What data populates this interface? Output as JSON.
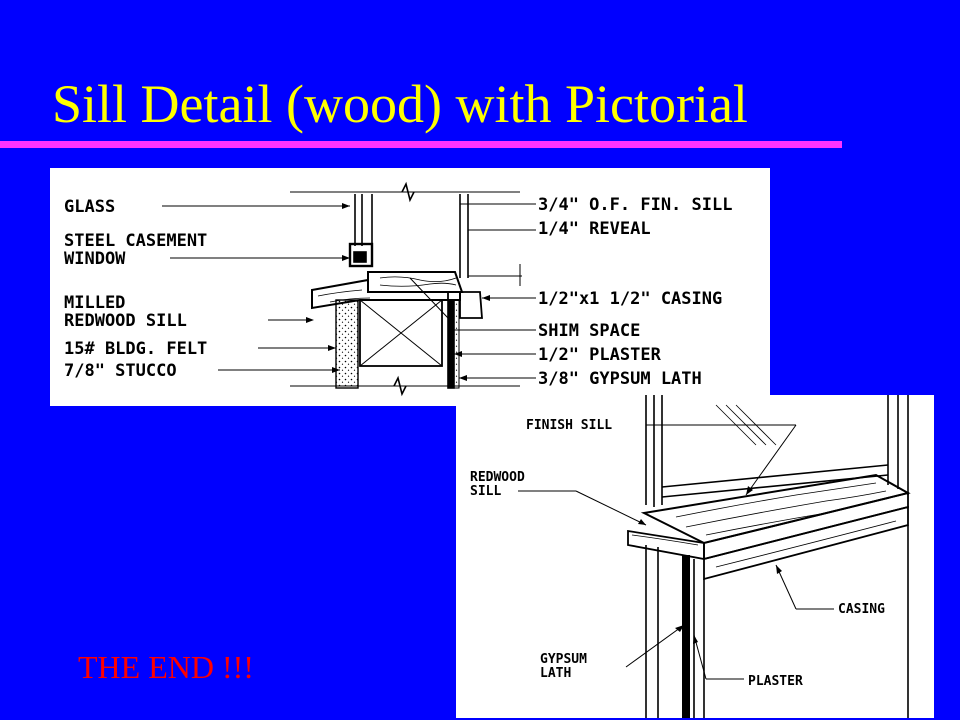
{
  "slide": {
    "title": "Sill Detail (wood) with Pictorial",
    "footer_text": "THE END !!!",
    "colors": {
      "background": "#0000ff",
      "title": "#ffff00",
      "rule": "#ff33ff",
      "footer": "#ff0000"
    }
  },
  "section_detail": {
    "left_labels": [
      "GLASS",
      "STEEL CASEMENT",
      "WINDOW",
      "MILLED",
      "REDWOOD SILL",
      "15# BLDG. FELT",
      "7/8\" STUCCO"
    ],
    "right_labels": [
      "3/4\" O.F. FIN. SILL",
      "1/4\" REVEAL",
      "1/2\"x1 1/2\" CASING",
      "SHIM SPACE",
      "1/2\" PLASTER",
      "3/8\" GYPSUM LATH"
    ]
  },
  "pictorial_detail": {
    "labels": [
      "FINISH SILL",
      "REDWOOD",
      "SILL",
      "CASING",
      "GYPSUM",
      "LATH",
      "PLASTER"
    ]
  }
}
